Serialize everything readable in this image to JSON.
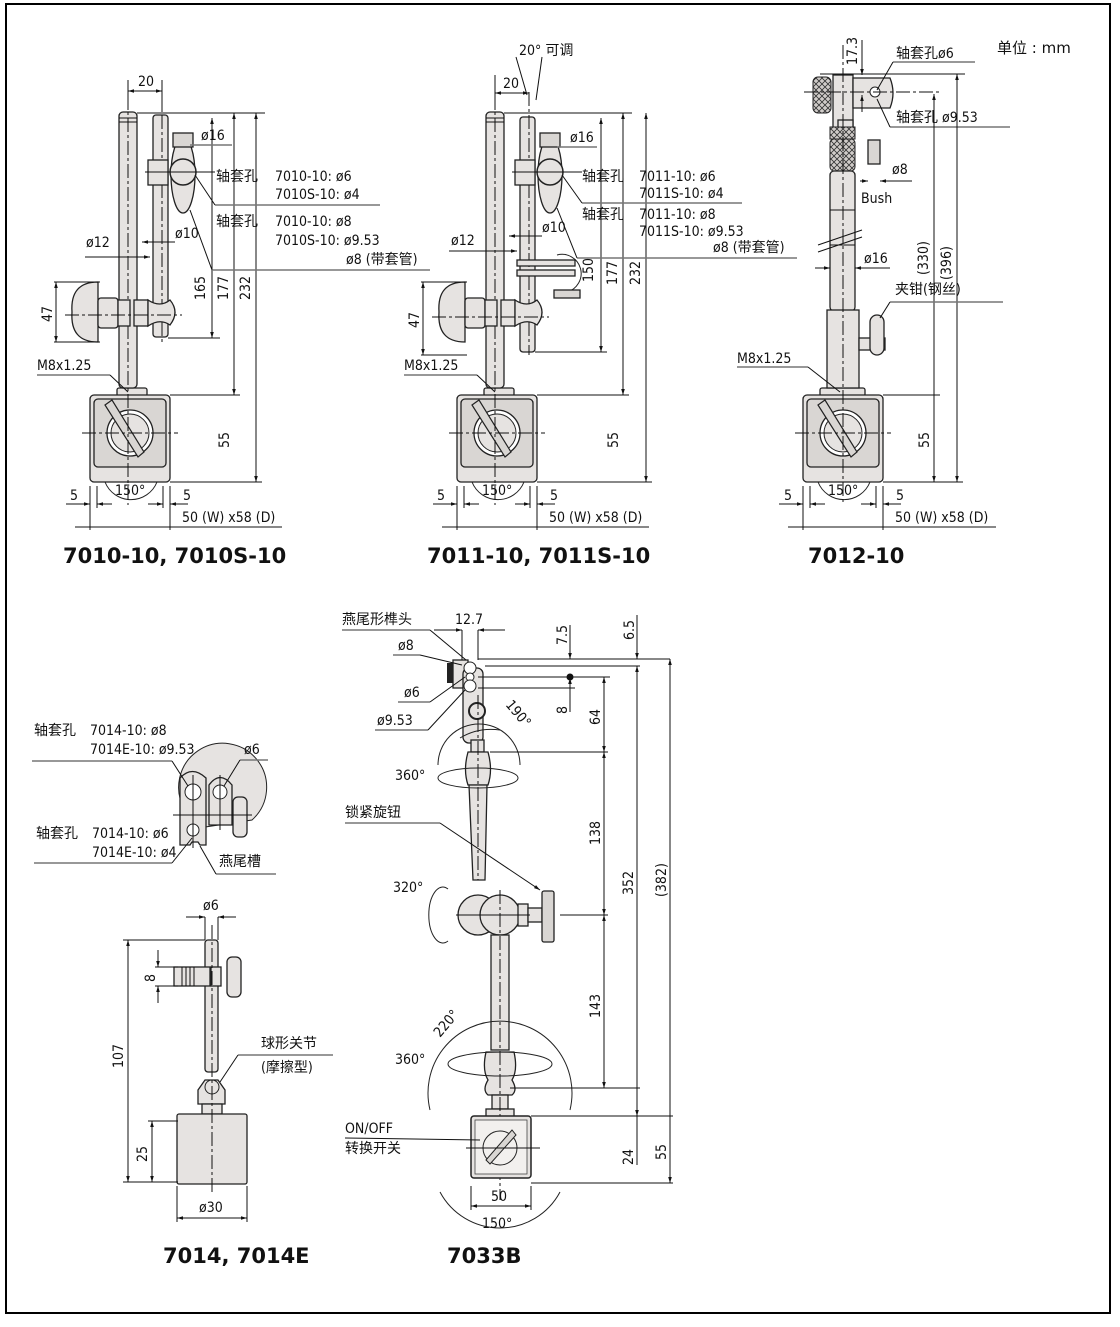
{
  "unit_label": "单位 : mm",
  "drawings": {
    "d7010": {
      "title": "7010-10, 7010S-10",
      "dim_20": "20",
      "d16": "ø16",
      "hole1_label": "轴套孔",
      "hole1_line1": "7010-10:  ø6",
      "hole1_line2": "7010S-10: ø4",
      "hole2_label": "轴套孔",
      "hole2_line1": "7010-10:  ø8",
      "hole2_line2": "7010S-10: ø9.53",
      "hole2_line3": "ø8 (带套管)",
      "d10": "ø10",
      "d12": "ø12",
      "dim_47": "47",
      "dim_165": "165",
      "dim_177": "177",
      "dim_232": "232",
      "thread": "M8x1.25",
      "dim_55": "55",
      "angle": "150°",
      "dim_5a": "5",
      "dim_5b": "5",
      "base_size": "50 (W) x58 (D)"
    },
    "d7011": {
      "title": "7011-10, 7011S-10",
      "adjust": "20° 可调",
      "dim_20": "20",
      "d16": "ø16",
      "hole1_label": "轴套孔",
      "hole1_line1": "7011-10:  ø6",
      "hole1_line2": "7011S-10: ø4",
      "hole2_label": "轴套孔",
      "hole2_line1": "7011-10:  ø8",
      "hole2_line2": "7011S-10: ø9.53",
      "hole2_line3": "ø8 (带套管)",
      "d10": "ø10",
      "d12": "ø12",
      "dim_47": "47",
      "dim_150": "150",
      "dim_177": "177",
      "dim_232": "232",
      "thread": "M8x1.25",
      "dim_55": "55",
      "angle": "150°",
      "dim_5a": "5",
      "dim_5b": "5",
      "base_size": "50 (W) x58 (D)"
    },
    "d7012": {
      "title": "7012-10",
      "dim_17_3": "17.3",
      "hole1": "轴套孔ø6",
      "hole2": "轴套孔 ø9.53",
      "d8": "ø8",
      "bush": "Bush",
      "d16": "ø16",
      "dim_330": "(330)",
      "dim_396": "(396)",
      "clamp": "夹钳(钢丝)",
      "thread": "M8x1.25",
      "dim_55": "55",
      "angle": "150°",
      "dim_5a": "5",
      "dim_5b": "5",
      "base_size": "50 (W) x58 (D)"
    },
    "d7014": {
      "title": "7014, 7014E",
      "hole1_label": "轴套孔",
      "hole1_line1": "7014-10:  ø8",
      "hole1_line2": "7014E-10: ø9.53",
      "d6_top": "ø6",
      "hole2_label": "轴套孔",
      "hole2_line1": "7014-10:  ø6",
      "hole2_line2": "7014E-10: ø4",
      "dovetail_slot": "燕尾槽",
      "d6": "ø6",
      "dim_8": "8",
      "dim_107": "107",
      "ball_joint": "球形关节",
      "ball_joint_type": "(摩擦型)",
      "dim_25": "25",
      "d30": "ø30"
    },
    "d7033": {
      "title": "7033B",
      "dovetail_tenon": "燕尾形榫头",
      "dim_12_7": "12.7",
      "dim_7_5": "7.5",
      "dim_6_5": "6.5",
      "d8": "ø8",
      "d6": "ø6",
      "d9_53": "ø9.53",
      "dim_8": "8",
      "dim_64": "64",
      "angle_190": "190°",
      "rot_360a": "360°",
      "lock_knob": "锁紧旋钮",
      "dim_138": "138",
      "dim_352": "352",
      "dim_382": "(382)",
      "rot_320": "320°",
      "dim_143": "143",
      "angle_220": "220°",
      "rot_360b": "360°",
      "switch_en": "ON/OFF",
      "switch_cn": "转换开关",
      "dim_24": "24",
      "dim_55": "55",
      "dim_50": "50",
      "angle_150": "150°"
    }
  }
}
